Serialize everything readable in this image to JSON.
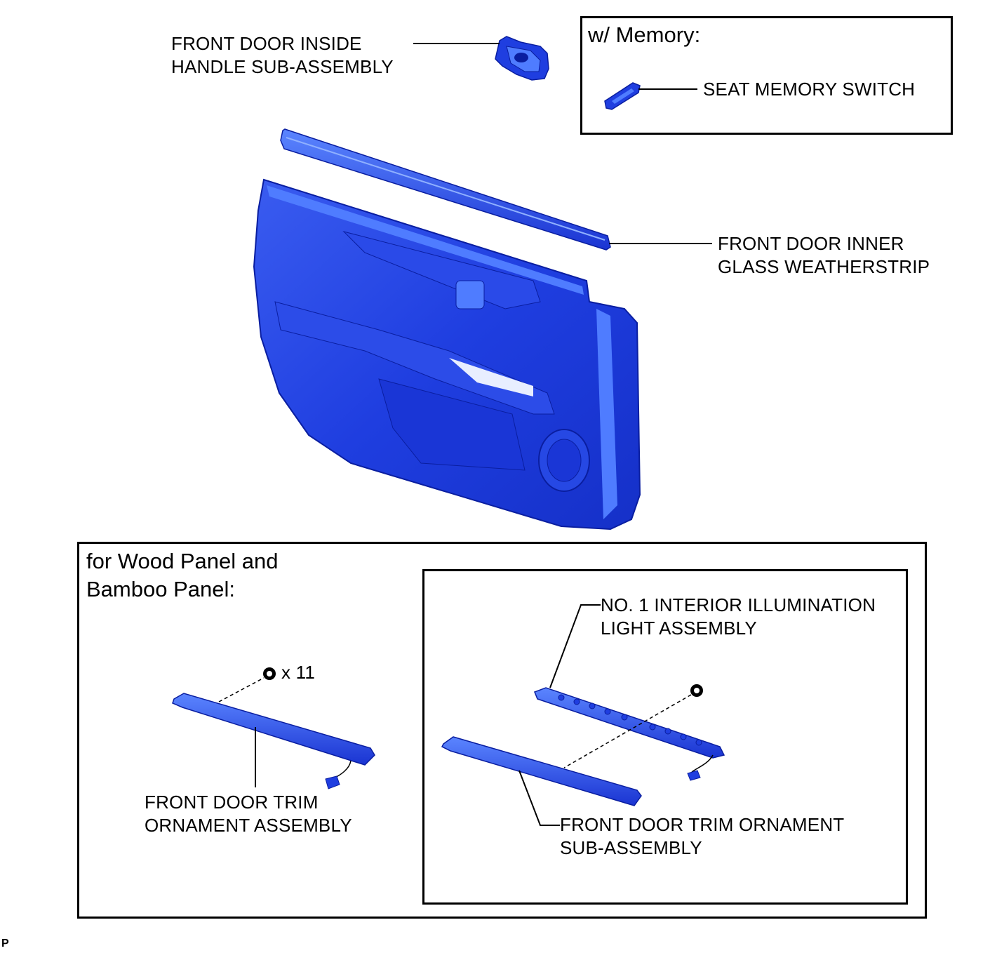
{
  "colors": {
    "part_blue": "#1f3ee0",
    "part_light": "#4f7cff",
    "part_dark": "#0a1ea0",
    "line": "#000000"
  },
  "labels": {
    "inside_handle": [
      "FRONT DOOR INSIDE",
      "HANDLE SUB-ASSEMBLY"
    ],
    "memory_heading": "w/ Memory:",
    "seat_memory_switch": "SEAT MEMORY SWITCH",
    "inner_weatherstrip": [
      "FRONT DOOR INNER",
      "GLASS WEATHERSTRIP"
    ],
    "wood_heading": [
      "for Wood Panel and",
      "Bamboo Panel:"
    ],
    "screw_count": "x 11",
    "trim_ornament_assembly": [
      "FRONT DOOR TRIM",
      "ORNAMENT ASSEMBLY"
    ],
    "illumination_light": [
      "NO. 1 INTERIOR ILLUMINATION",
      "LIGHT ASSEMBLY"
    ],
    "trim_ornament_sub": [
      "FRONT DOOR TRIM ORNAMENT",
      "SUB-ASSEMBLY"
    ],
    "corner_ref": "P"
  }
}
